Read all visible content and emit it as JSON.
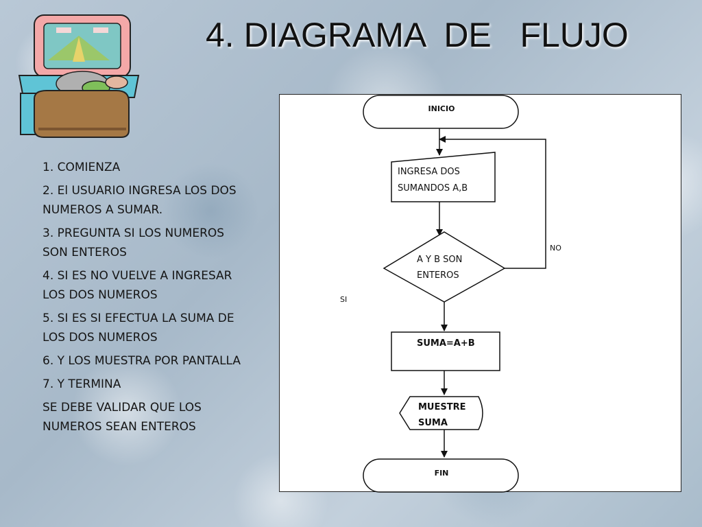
{
  "slide": {
    "title": "4. DIAGRAMA  DE   FLUJO"
  },
  "steps": [
    "1. COMIENZA",
    "2. El USUARIO INGRESA LOS DOS NUMEROS A SUMAR.",
    "3. PREGUNTA SI LOS NUMEROS SON ENTEROS",
    "4. SI ES NO VUELVE A INGRESAR LOS DOS NUMEROS",
    "5. SI ES SI EFECTUA LA SUMA DE LOS DOS NUMEROS",
    "6. Y LOS MUESTRA POR PANTALLA",
    "7. Y TERMINA",
    "SE DEBE VALIDAR QUE LOS NUMEROS SEAN ENTEROS"
  ],
  "flowchart": {
    "start_label": "INICIO",
    "input_label_1": "INGRESA DOS",
    "input_label_2": "SUMANDOS  A,B",
    "decision_label_1": "A Y B SON",
    "decision_label_2": "ENTEROS",
    "no_label": "NO",
    "yes_label": "SI",
    "process_label": "SUMA=A+B",
    "output_label_1": "MUESTRE",
    "output_label_2": "SUMA",
    "end_label": "FIN"
  },
  "icons": {
    "clipart": "person-at-computer-icon"
  }
}
